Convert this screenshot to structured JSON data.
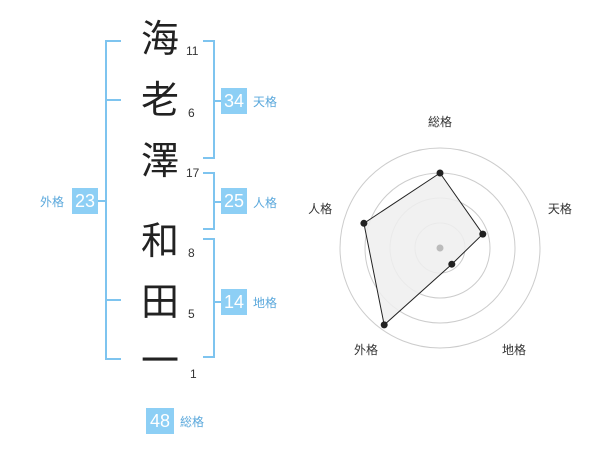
{
  "name": {
    "characters": [
      {
        "char": "海",
        "strokes": "11"
      },
      {
        "char": "老",
        "strokes": "6"
      },
      {
        "char": "澤",
        "strokes": "17"
      },
      {
        "char": "和",
        "strokes": "8"
      },
      {
        "char": "田",
        "strokes": "5"
      },
      {
        "char": "一",
        "strokes": "1"
      }
    ]
  },
  "fortune": {
    "tenkaku": {
      "value": "34",
      "label": "天格"
    },
    "jinkaku": {
      "value": "25",
      "label": "人格"
    },
    "chikaku": {
      "value": "14",
      "label": "地格"
    },
    "gaikaku": {
      "value": "23",
      "label": "外格"
    },
    "soukaku": {
      "value": "48",
      "label": "総格"
    }
  },
  "chart_data": {
    "type": "radar",
    "axes": [
      "総格",
      "天格",
      "地格",
      "外格",
      "人格"
    ],
    "values": [
      0.75,
      0.45,
      0.2,
      0.95,
      0.8
    ],
    "rings": 4,
    "max": 1,
    "colors": {
      "fill": "#eeeeee",
      "stroke": "#222222",
      "ring": "#cccccc",
      "center": "#bbbbbb"
    }
  },
  "colors": {
    "accent": "#8dcff5",
    "bracket": "#7ec4ef",
    "label": "#5aa8dc"
  }
}
